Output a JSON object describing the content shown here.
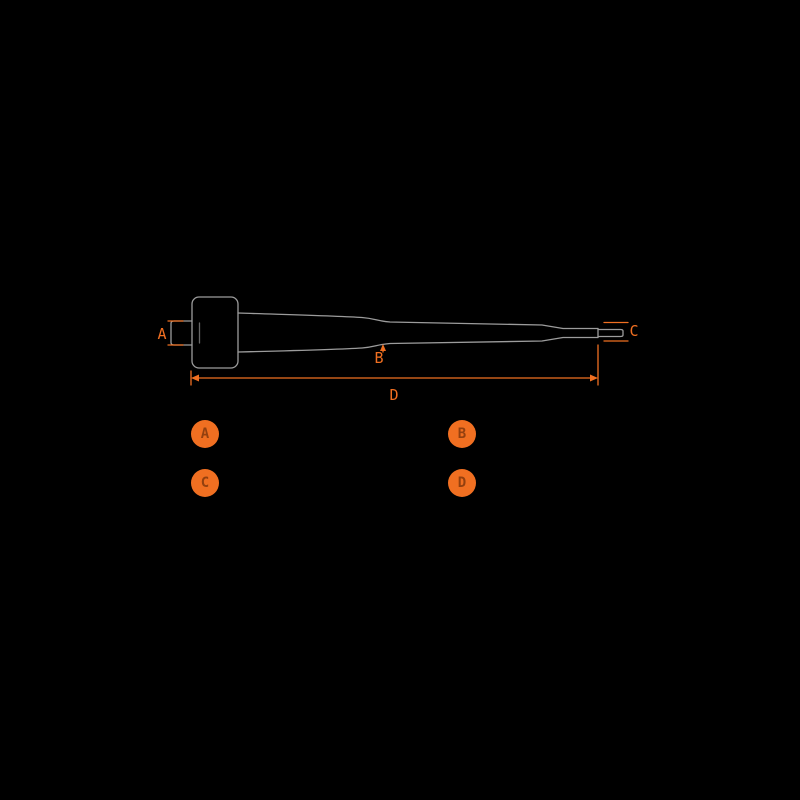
{
  "canvas": {
    "background_color": "#000000"
  },
  "colors": {
    "accent_orange": "#f06f21",
    "part_outline_gray": "#9c9c9c",
    "legend_letter": "#93400f"
  },
  "diagram": {
    "dimensions": {
      "a": {
        "label": "A"
      },
      "b": {
        "label": "B"
      },
      "c": {
        "label": "C"
      },
      "d": {
        "label": "D"
      }
    }
  },
  "legend": {
    "items": [
      {
        "letter": "A"
      },
      {
        "letter": "B"
      },
      {
        "letter": "C"
      },
      {
        "letter": "D"
      }
    ]
  }
}
